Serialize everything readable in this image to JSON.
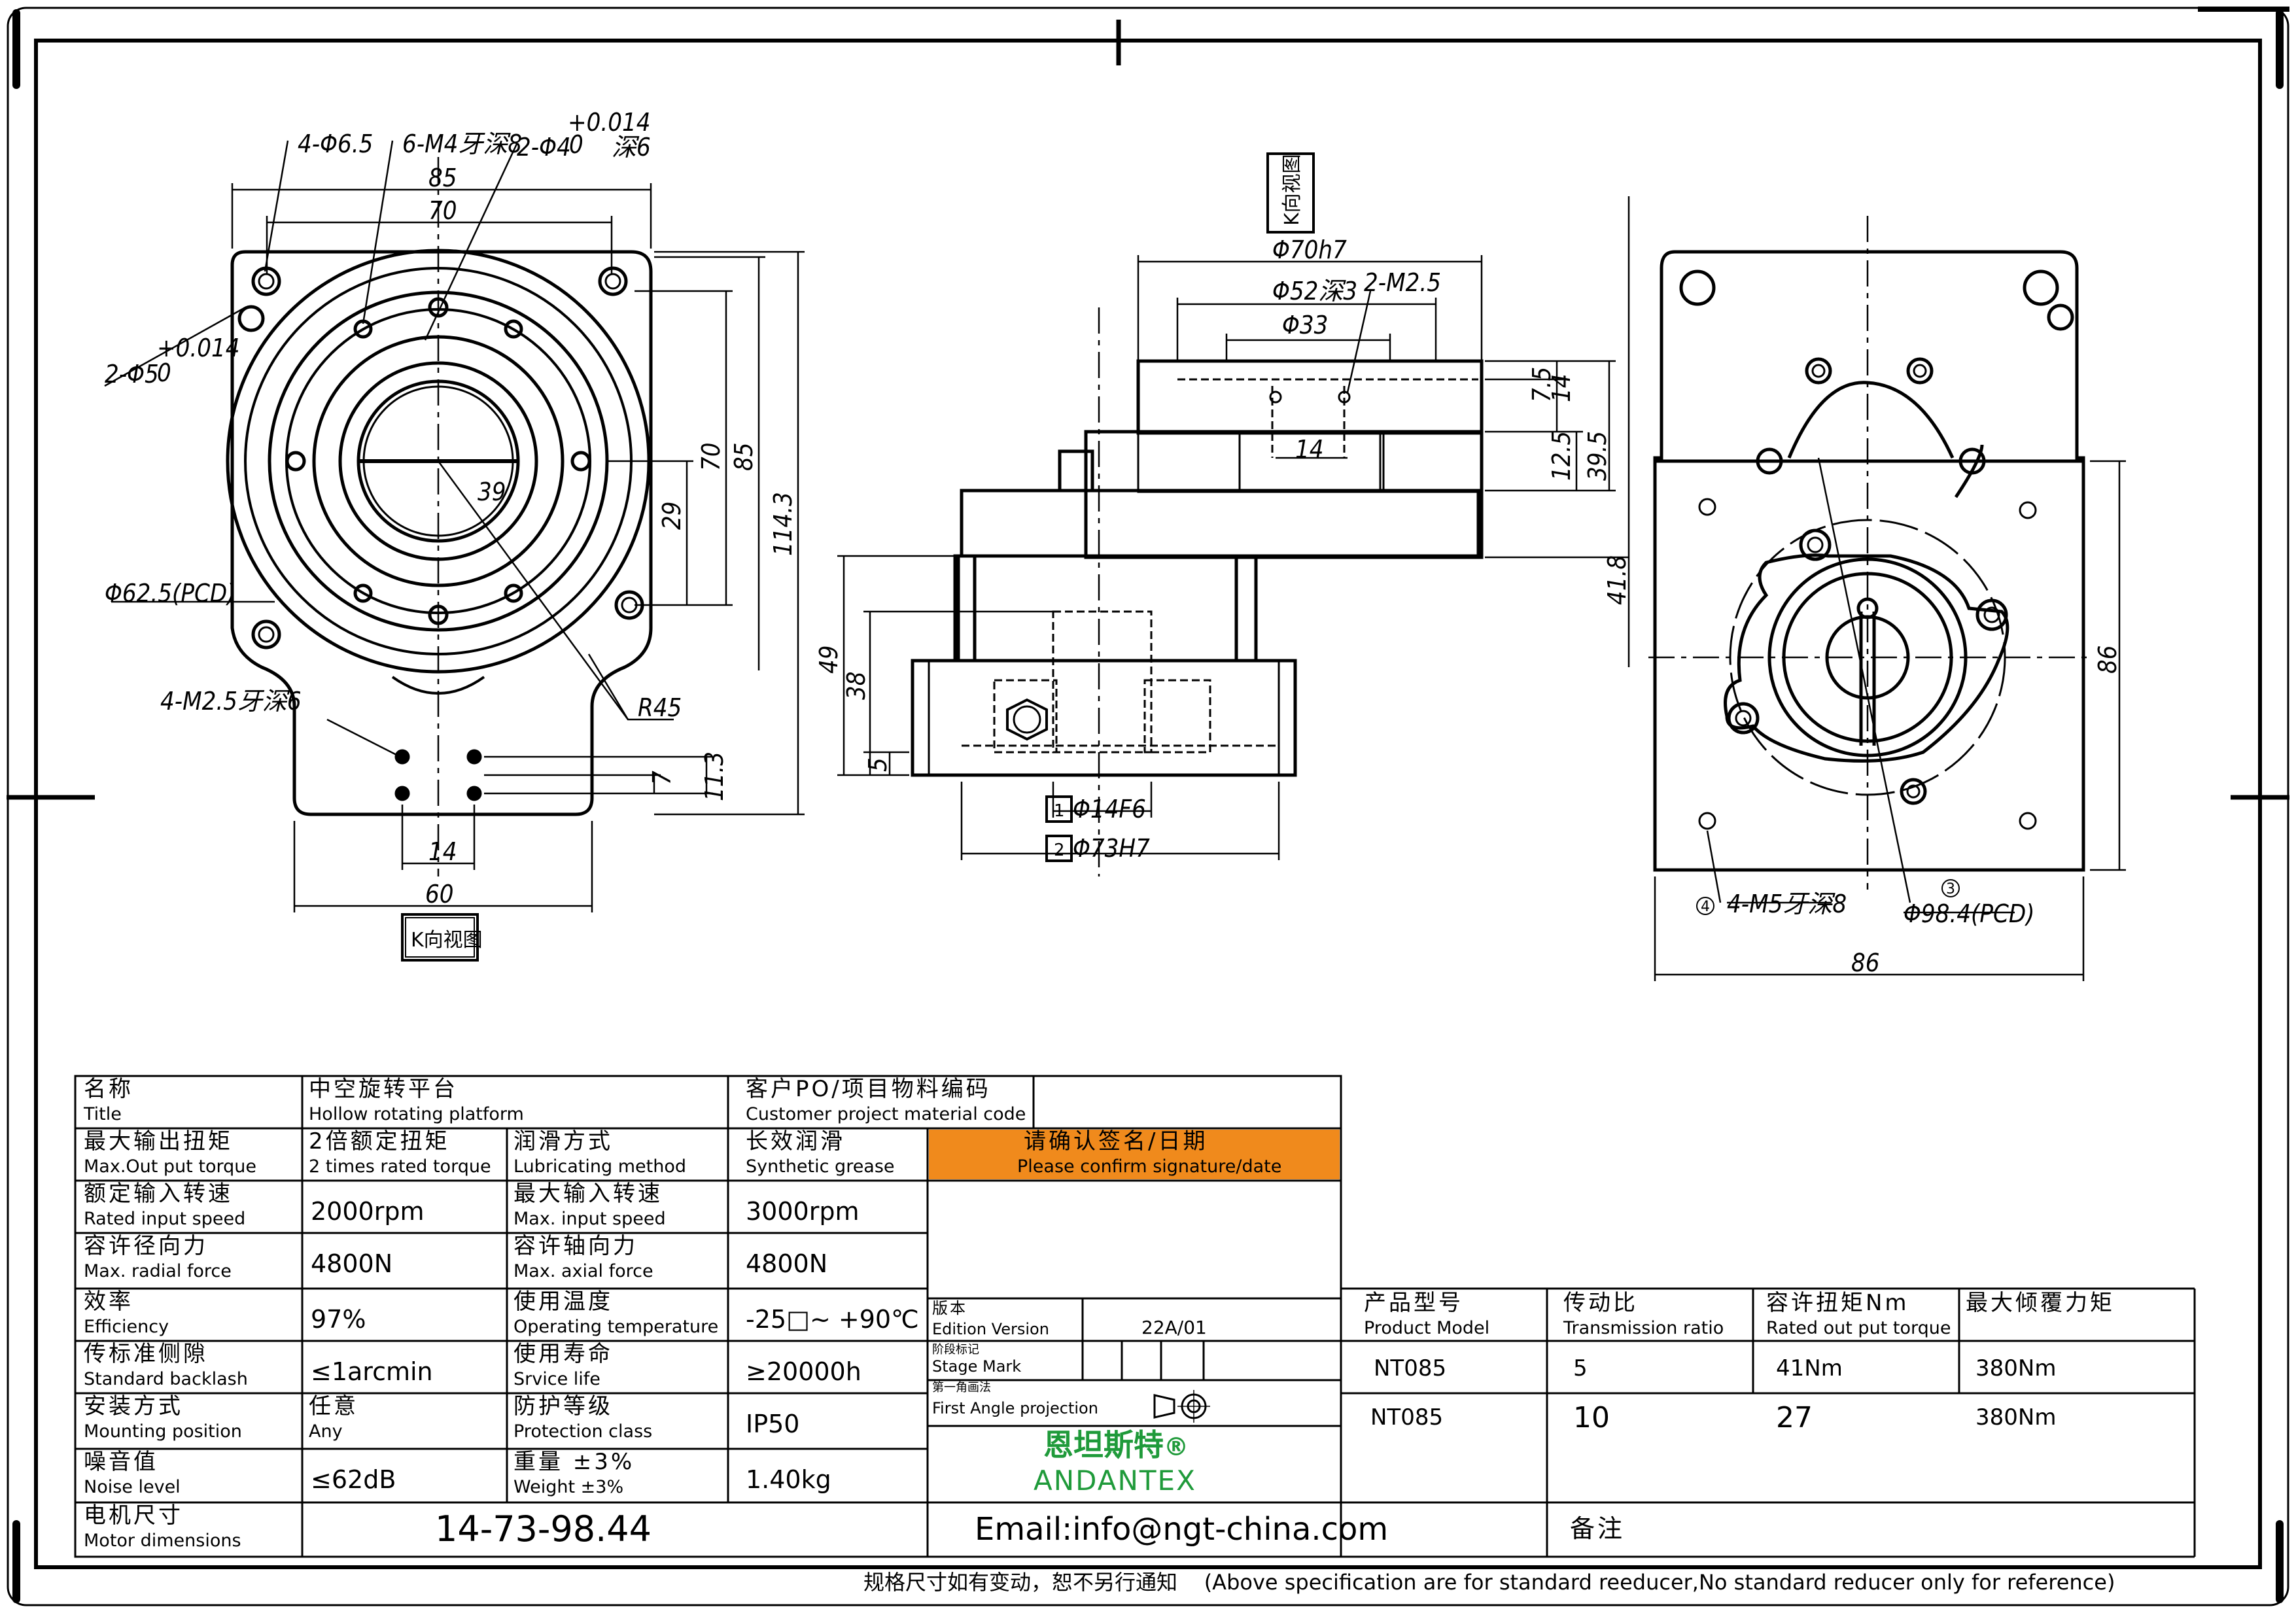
{
  "drawing": {
    "view_labels": {
      "k_view": "K向视图",
      "k_view_side": "K向视图"
    },
    "top_view": {
      "holes_4": "4-Φ6.5",
      "tapped_6": "6-M4牙深8",
      "pin_holes": "2-Φ4",
      "pin_tol": "+0.014",
      "pin_tol0": "0",
      "pin_depth": "深6",
      "pin5": "2-Φ5",
      "pin5_tol": "+0.014",
      "pin5_tol0": "0",
      "d85": "85",
      "d70": "70",
      "d39": "39",
      "pcd": "Φ62.5(PCD)",
      "v70": "70",
      "v85": "85",
      "v29": "29",
      "v114": "114.3",
      "tapped_m25": "4-M2.5牙深6",
      "r45": "R45",
      "d7": "7",
      "d11": "11.3",
      "d14": "14",
      "d60": "60"
    },
    "side_view": {
      "phi70": "Φ70h7",
      "phi52": "Φ52深3",
      "m25": "2-M2.5",
      "phi33": "Φ33",
      "v75": "7.5",
      "v14": "14",
      "v125": "12.5",
      "v395": "39.5",
      "h14": "14",
      "v418": "41.8",
      "v49": "49",
      "v38": "38",
      "v5": "5",
      "phi14": "Φ14F6",
      "phi73": "Φ73H7",
      "tag1": "1",
      "tag2": "2"
    },
    "right_view": {
      "m5": "4-M5牙深8",
      "pcd": "Φ98.4(PCD)",
      "w86": "86",
      "h86": "86",
      "circ4": "4",
      "circ3": "3"
    }
  },
  "table": {
    "title": {
      "zh": "名称",
      "en": "Title"
    },
    "title_val": {
      "zh": "中空旋转平台",
      "en": "Hollow rotating platform"
    },
    "customer": {
      "zh": "客户PO/项目物料编码",
      "en": "Customer project material code"
    },
    "confirm": {
      "zh": "请确认签名/日期",
      "en": "Please confirm signature/date"
    },
    "rows": [
      {
        "l_zh": "最大输出扭矩",
        "l_en": "Max.Out put torque",
        "v": "2倍额定扭矩",
        "v_en": "2 times rated torque",
        "r_zh": "润滑方式",
        "r_en": "Lubricating method",
        "rv": "长效润滑",
        "rv_en": "Synthetic grease"
      },
      {
        "l_zh": "额定输入转速",
        "l_en": "Rated input speed",
        "v": "2000rpm",
        "r_zh": "最大输入转速",
        "r_en": "Max. input speed",
        "rv": "3000rpm"
      },
      {
        "l_zh": "容许径向力",
        "l_en": "Max. radial force",
        "v": "4800N",
        "r_zh": "容许轴向力",
        "r_en": "Max. axial force",
        "rv": "4800N"
      },
      {
        "l_zh": "效率",
        "l_en": "Efficiency",
        "v": "97%",
        "r_zh": "使用温度",
        "r_en": "Operating temperature",
        "rv": "-25□~ +90℃"
      },
      {
        "l_zh": "传标准侧隙",
        "l_en": "Standard backlash",
        "v": "≤1arcmin",
        "r_zh": "使用寿命",
        "r_en": "Srvice life",
        "rv": "≥20000h"
      },
      {
        "l_zh": "安装方式",
        "l_en": "Mounting position",
        "v": "任意",
        "v_en": "Any",
        "r_zh": "防护等级",
        "r_en": "Protection class",
        "rv": "IP50"
      },
      {
        "l_zh": "噪音值",
        "l_en": "Noise level",
        "v": "≤62dB",
        "r_zh": "重量 ±3%",
        "r_en": "Weight ±3%",
        "rv": "1.40kg"
      }
    ],
    "motor": {
      "zh": "电机尺寸",
      "en": "Motor dimensions",
      "val": "14-73-98.44"
    },
    "edition": {
      "zh": "版本",
      "en": "Edition Version",
      "val": "22A/01"
    },
    "stage": {
      "zh": "阶段标记",
      "en": "Stage Mark"
    },
    "projection": {
      "zh": "第一角画法",
      "en": "First Angle projection"
    },
    "brand": {
      "zh": "恩坦斯特",
      "reg": "®",
      "en": "ANDANTEX"
    },
    "email": "Email:info@ngt-china.com",
    "remark": "备注",
    "models": {
      "headers": [
        {
          "zh": "产品型号",
          "en": "Product Model"
        },
        {
          "zh": "传动比",
          "en": "Transmission ratio"
        },
        {
          "zh": "容许扭矩Nm",
          "en": "Rated out put torque"
        },
        {
          "zh": "最大倾覆力矩",
          "en": ""
        }
      ],
      "rows": [
        [
          "NT085",
          "5",
          "41Nm",
          "380Nm"
        ],
        [
          "NT085",
          "10",
          "27",
          "380Nm"
        ]
      ]
    },
    "confirm_color": "#F08A1C"
  },
  "footer": "规格尺寸如有变动，恕不另行通知    (Above specification are for standard reeducer,No standard reducer only for reference)"
}
